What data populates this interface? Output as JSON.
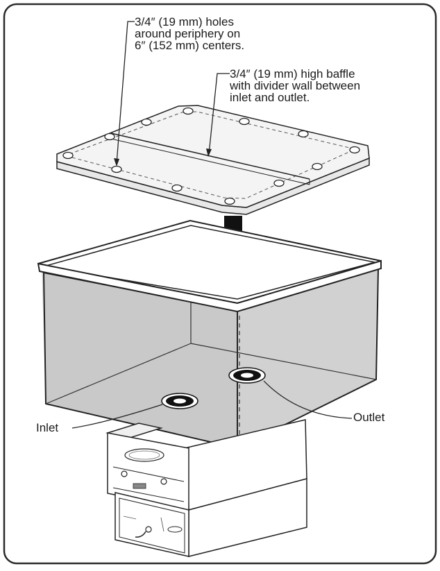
{
  "figure": {
    "holes_callout": {
      "lines": [
        "3/4″ (19 mm) holes",
        "around periphery on",
        "6″ (152 mm) centers."
      ]
    },
    "baffle_callout": {
      "lines": [
        "3/4″ (19 mm) high baffle",
        "with divider wall between",
        "inlet and outlet."
      ]
    },
    "inlet_label": "Inlet",
    "outlet_label": "Outlet",
    "colors": {
      "border": "#2a2a2a",
      "well_fill": "#cfcfcf",
      "plate_fill": "#f4f4f4",
      "arrow": "#111111",
      "drain_ring": "#111111"
    },
    "icons": [
      "down-arrow-icon",
      "knob-icon",
      "brand-badge-icon"
    ]
  }
}
